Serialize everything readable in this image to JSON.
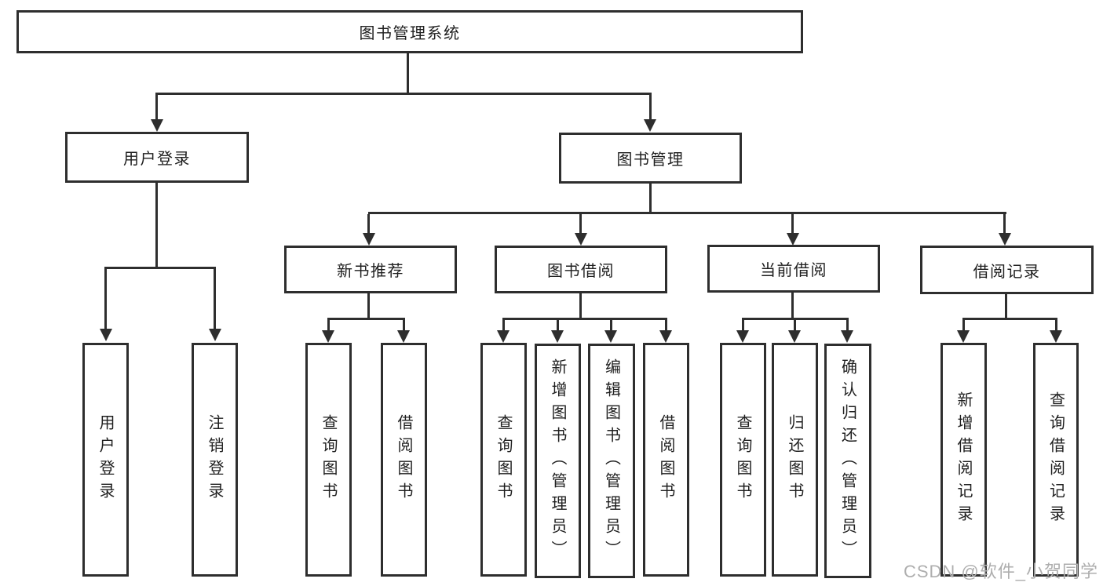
{
  "colors": {
    "line": "#2e2e2e",
    "box_border": "#2e2e2e",
    "text": "#1f1f1f",
    "watermark": "#aeaeae",
    "background": "#ffffff"
  },
  "tree": {
    "root": {
      "label": "图书管理系统"
    },
    "branches": [
      {
        "label": "用户登录",
        "children": [
          {
            "label": "用户登录"
          },
          {
            "label": "注销登录"
          }
        ]
      },
      {
        "label": "图书管理",
        "children": [
          {
            "label": "新书推荐",
            "children": [
              {
                "label": "查询图书"
              },
              {
                "label": "借阅图书"
              }
            ]
          },
          {
            "label": "图书借阅",
            "children": [
              {
                "label": "查询图书"
              },
              {
                "label": "新增图书（管理员）"
              },
              {
                "label": "编辑图书（管理员）"
              },
              {
                "label": "借阅图书"
              }
            ]
          },
          {
            "label": "当前借阅",
            "children": [
              {
                "label": "查询图书"
              },
              {
                "label": "归还图书"
              },
              {
                "label": "确认归还（管理员）"
              }
            ]
          },
          {
            "label": "借阅记录",
            "children": [
              {
                "label": "新增借阅记录"
              },
              {
                "label": "查询借阅记录"
              }
            ]
          }
        ]
      }
    ]
  },
  "watermark": {
    "text": "CSDN @软件_小贺同学"
  }
}
